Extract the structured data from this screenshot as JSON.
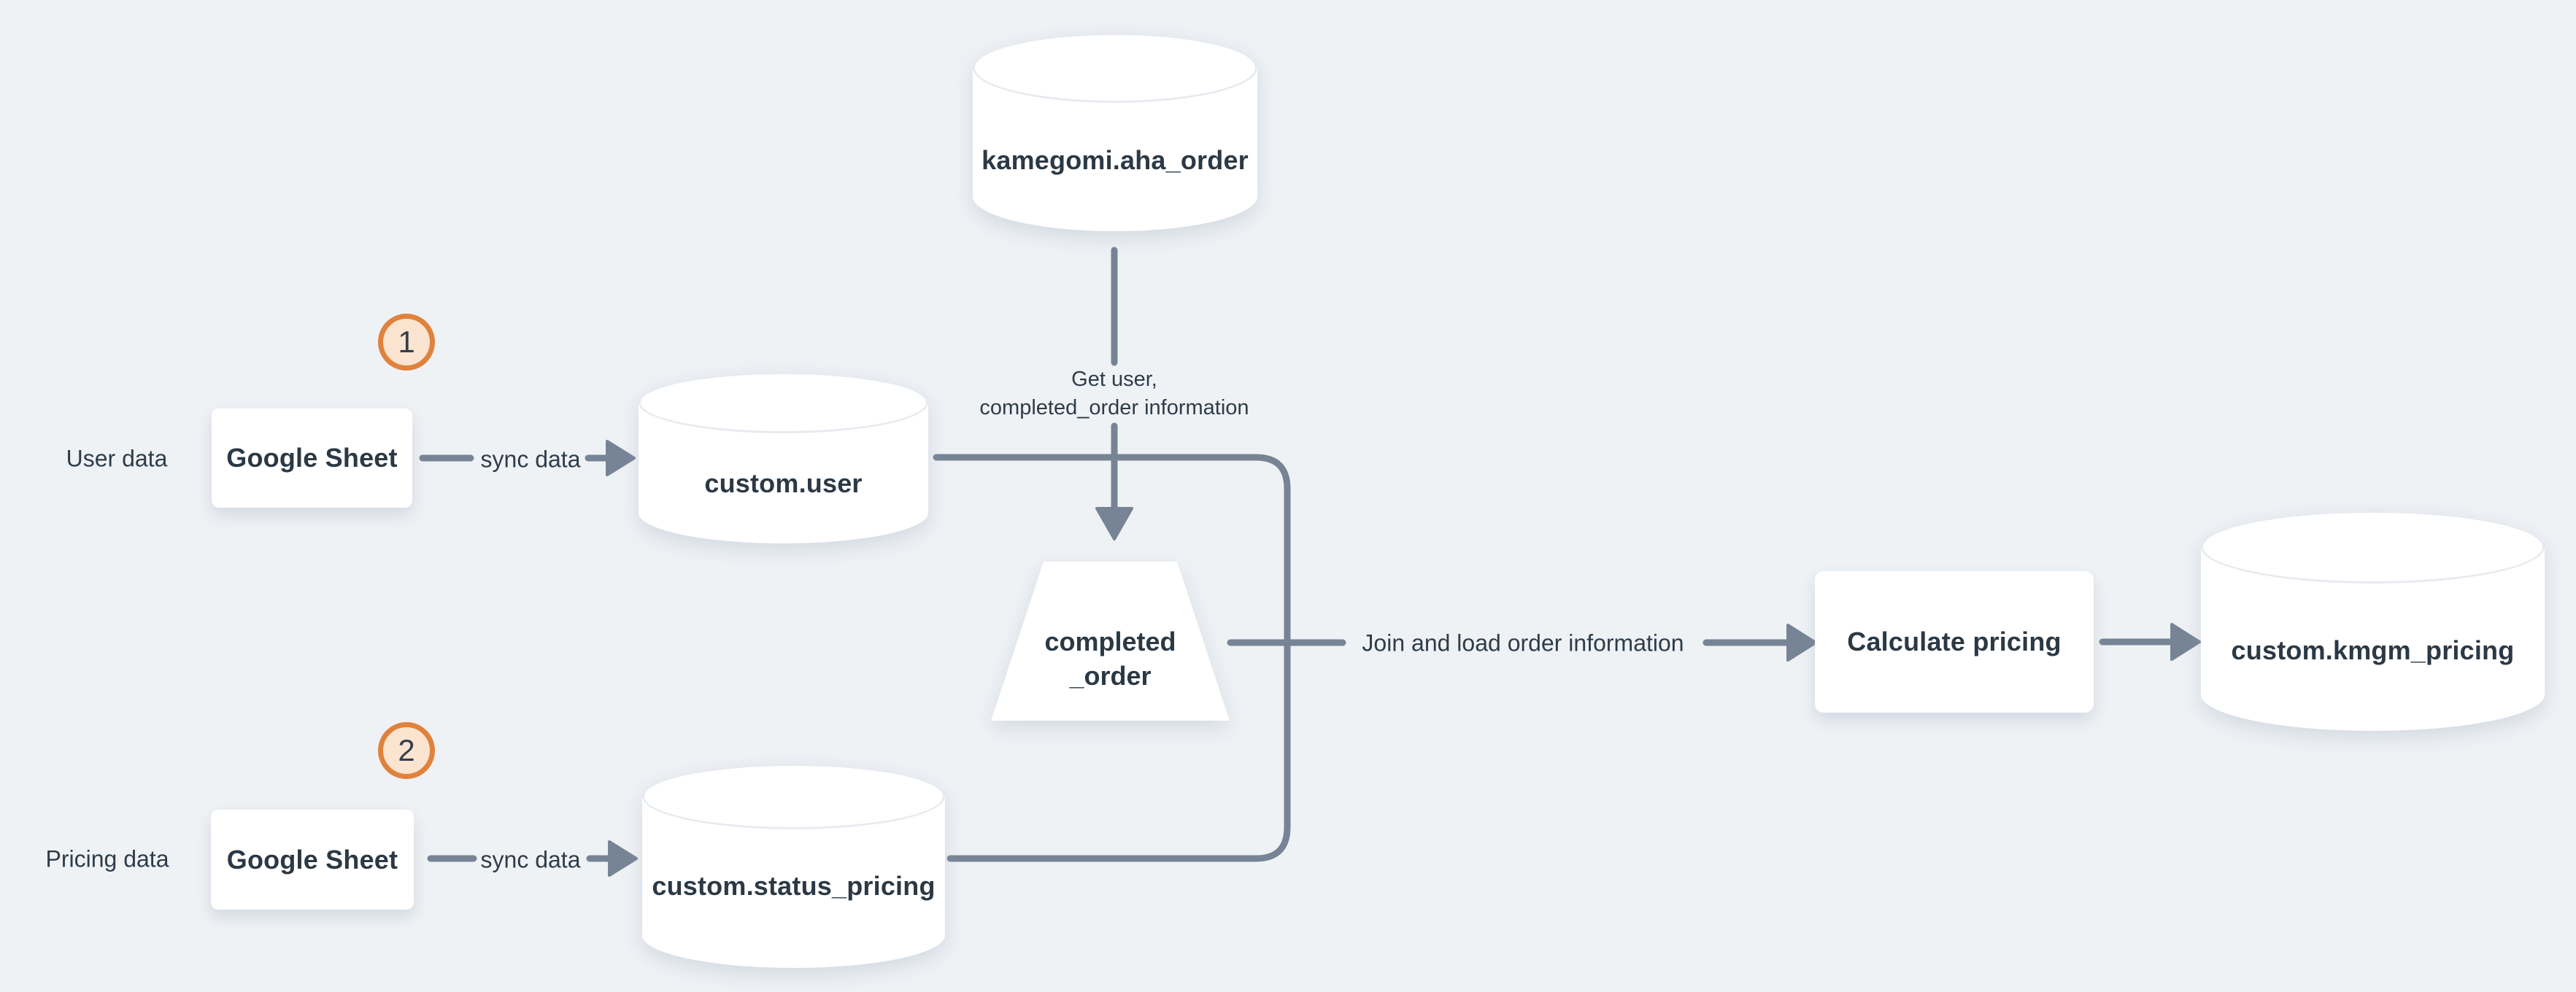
{
  "colors": {
    "background": "#eff2f5",
    "connector": "#768495",
    "text": "#2e3c49",
    "node_fill": "#ffffff",
    "badge_fill": "#fbe4d0",
    "badge_border": "#e0823c"
  },
  "flows": {
    "row1": {
      "badge": "1",
      "row_label": "User data",
      "source": "Google Sheet",
      "edge_label": "sync data",
      "target_db": "custom.user"
    },
    "row2": {
      "badge": "2",
      "row_label": "Pricing data",
      "source": "Google Sheet",
      "edge_label": "sync data",
      "target_db": "custom.status_pricing"
    }
  },
  "top": {
    "source_db": "kamegomi.aha_order",
    "edge_label_line1": "Get user,",
    "edge_label_line2": "completed_order information"
  },
  "middle": {
    "transform_line1": "completed",
    "transform_line2": "_order",
    "join_edge_label": "Join and load order information"
  },
  "right": {
    "process": "Calculate pricing",
    "output_db": "custom.kmgm_pricing"
  }
}
